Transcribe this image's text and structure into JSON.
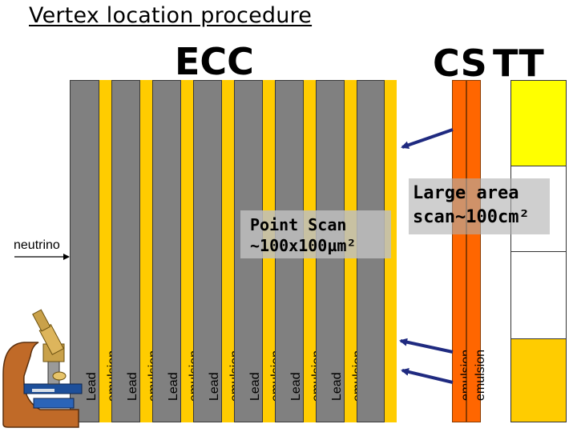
{
  "title": "Vertex location procedure",
  "ecc": {
    "label": "ECC",
    "lead_label": "Lead",
    "emulsion_label": "emulsion"
  },
  "cs": {
    "label": "CS",
    "emulsion_label": "emulsion"
  },
  "tt": {
    "label": "TT"
  },
  "point_scan": {
    "line1": "Point Scan",
    "line2": "~100x100µm²"
  },
  "large_area": {
    "line1": "Large area",
    "line2": "scan~100cm²"
  },
  "neutrino": {
    "label": "neutrino"
  },
  "colors": {
    "lead": "#808080",
    "emulsion": "#ffcc00",
    "cs": "#ff6600",
    "tt_yellow": "#ffff00",
    "tt_orange": "#ffcc00",
    "arrow": "#1f2a80"
  },
  "icons": [
    "microscope-icon"
  ]
}
